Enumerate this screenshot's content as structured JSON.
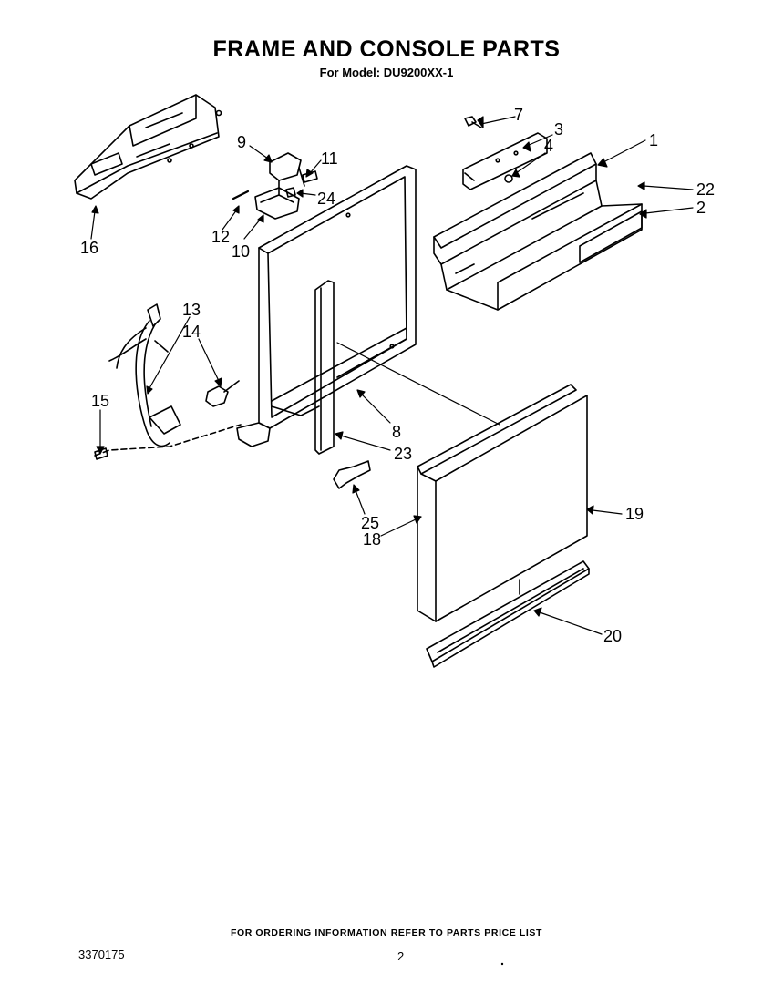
{
  "title": "FRAME AND CONSOLE PARTS",
  "subtitle": "For Model: DU9200XX-1",
  "callouts": {
    "c1": "1",
    "c2": "2",
    "c3": "3",
    "c4": "4",
    "c7": "7",
    "c8": "8",
    "c9": "9",
    "c10": "10",
    "c11": "11",
    "c12": "12",
    "c13": "13",
    "c14": "14",
    "c15": "15",
    "c16": "16",
    "c18": "18",
    "c19": "19",
    "c20": "20",
    "c22": "22",
    "c23": "23",
    "c24": "24",
    "c25": "25"
  },
  "footer_note": "FOR ORDERING INFORMATION REFER TO PARTS PRICE LIST",
  "doc_number": "3370175",
  "page_number": "2"
}
